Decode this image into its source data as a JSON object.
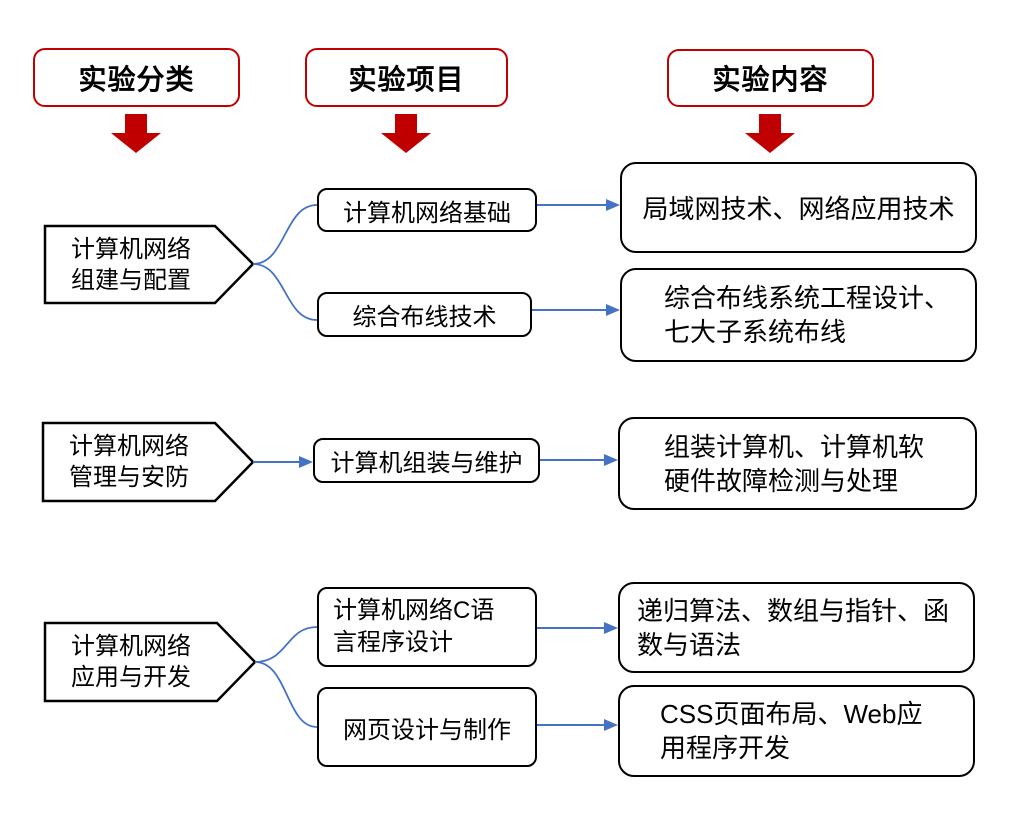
{
  "colors": {
    "accent_red": "#C00000",
    "connector_blue": "#4472C4",
    "box_black": "#000000"
  },
  "headers": [
    {
      "label": "实验分类"
    },
    {
      "label": "实验项目"
    },
    {
      "label": "实验内容"
    }
  ],
  "rows": [
    {
      "category": {
        "lines": [
          "计算机网络",
          "组建与配置"
        ]
      },
      "projects": [
        {
          "lines": [
            "计算机网络基础"
          ]
        },
        {
          "lines": [
            "综合布线技术"
          ]
        }
      ],
      "contents": [
        {
          "lines": [
            "局域网技术、网络应用技术"
          ]
        },
        {
          "lines": [
            "综合布线系统工程设计、",
            "七大子系统布线"
          ]
        }
      ]
    },
    {
      "category": {
        "lines": [
          "计算机网络",
          "管理与安防"
        ]
      },
      "projects": [
        {
          "lines": [
            "计算机组装与维护"
          ]
        }
      ],
      "contents": [
        {
          "lines": [
            "组装计算机、计算机软",
            "硬件故障检测与处理"
          ]
        }
      ]
    },
    {
      "category": {
        "lines": [
          "计算机网络",
          "应用与开发"
        ]
      },
      "projects": [
        {
          "lines": [
            "计算机网络C语",
            "言程序设计"
          ]
        },
        {
          "lines": [
            "网页设计与制作"
          ]
        }
      ],
      "contents": [
        {
          "lines": [
            "递归算法、数组与指针、函",
            "数与语法"
          ]
        },
        {
          "lines": [
            "CSS页面布局、Web应",
            "用程序开发"
          ]
        }
      ]
    }
  ]
}
